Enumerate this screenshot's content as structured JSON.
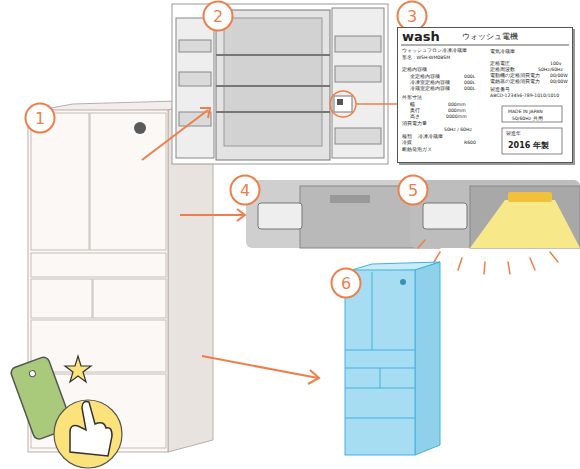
{
  "diagram": {
    "nodes": [
      {
        "text": [
          "1"
        ]
      },
      {
        "text": [
          "2"
        ]
      },
      {
        "text": [
          "3"
        ]
      },
      {
        "text": [
          "wash",
          "ウォッシュ電機",
          "ウォッシュフロン冷凍冷蔵庫",
          "形名 : WSH-WM0BSM",
          "電気冷蔵庫",
          "定格内容積",
          "全定格内容積",
          "000L",
          "冷凍室定格内容積",
          "000L",
          "冷蔵室定格内容積",
          "000L",
          "外形寸法",
          "幅",
          "000mm",
          "奥行",
          "000mm",
          "高さ",
          "0000mm",
          "消費電力量",
          "50Hz / 60Hz",
          "種類",
          "冷凍冷蔵庫",
          "冷媒",
          "R600",
          "断熱発泡ガス",
          "定格電圧",
          "100v",
          "定格周波数",
          "50Hz/60Hz",
          "電動機の定格消費電力",
          "00/00W",
          "電熱器の定格消費電力",
          "00/00W",
          "製造番号",
          "ABCD-123456-789-1010/1010",
          "MADE IN JAPAN",
          "50/60Hz 共用",
          "製造年",
          "2016 年製"
        ]
      },
      {
        "text": [
          "4"
        ]
      },
      {
        "text": [
          "5"
        ]
      },
      {
        "text": [
          "6"
        ]
      }
    ]
  }
}
